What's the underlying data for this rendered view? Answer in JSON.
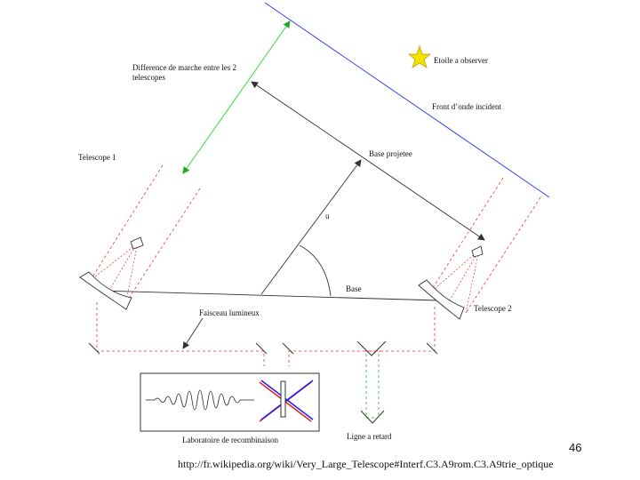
{
  "labels": {
    "path_difference": "Difference de marche entre les 2 telescopes",
    "star": "Etoile a observer",
    "wavefront": "Front d’onde incident",
    "projected_base": "Base projetee",
    "telescope1": "Telescope 1",
    "telescope2": "Telescope 2",
    "angle": "u",
    "base": "Base",
    "light_beam": "Faisceau lumineux",
    "delay_line": "Ligne a retard",
    "lab": "Laboratoire de recombinaison"
  },
  "footer": {
    "slide_number": "46",
    "url": "http://fr.wikipedia.org/wiki/Very_Large_Telescope#Interf.C3.A9rom.C3.A9trie_optique"
  },
  "colors": {
    "wavefront": "#3344ee",
    "path_difference_arrow": "#33dd33",
    "beams": "#ee3333",
    "delay_line_beam": "#44bb44",
    "star": "#f5e000",
    "structure": "#333333",
    "fringe_trace": "#222222",
    "recombined_red": "#ee2222",
    "recombined_blue": "#2222ee"
  },
  "icons": {
    "star": "star-icon"
  }
}
